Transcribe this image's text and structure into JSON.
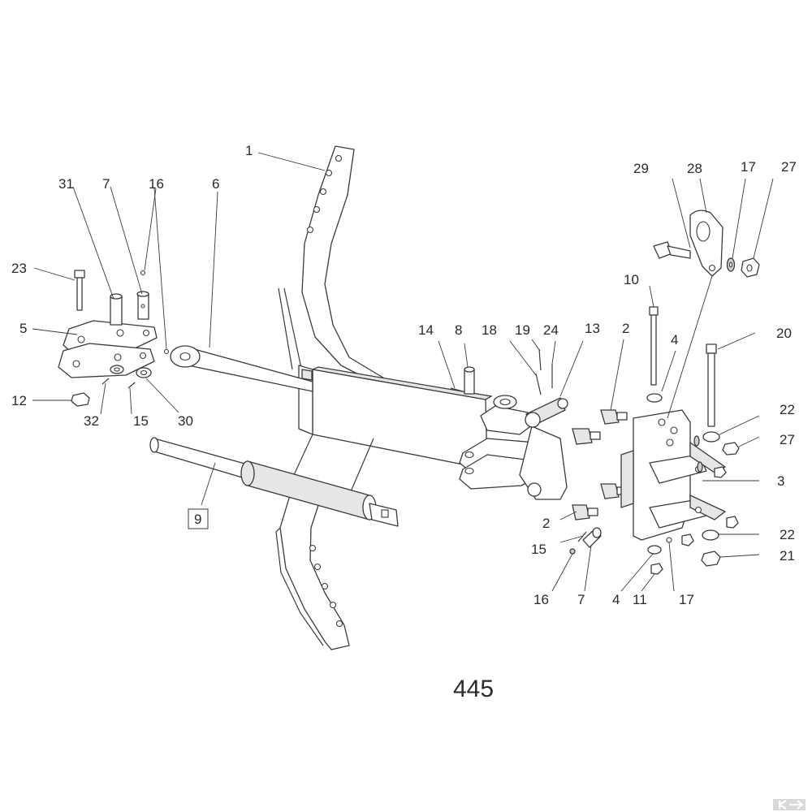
{
  "diagram_number": "445",
  "callouts": [
    {
      "id": "c1",
      "text": "1"
    },
    {
      "id": "c31",
      "text": "31"
    },
    {
      "id": "c7a",
      "text": "7"
    },
    {
      "id": "c16a",
      "text": "16"
    },
    {
      "id": "c6",
      "text": "6"
    },
    {
      "id": "c23",
      "text": "23"
    },
    {
      "id": "c5",
      "text": "5"
    },
    {
      "id": "c12",
      "text": "12"
    },
    {
      "id": "c32",
      "text": "32"
    },
    {
      "id": "c15a",
      "text": "15"
    },
    {
      "id": "c30",
      "text": "30"
    },
    {
      "id": "c9",
      "text": "9",
      "boxed": true
    },
    {
      "id": "c14",
      "text": "14"
    },
    {
      "id": "c8",
      "text": "8"
    },
    {
      "id": "c18",
      "text": "18"
    },
    {
      "id": "c19",
      "text": "19"
    },
    {
      "id": "c24",
      "text": "24"
    },
    {
      "id": "c13",
      "text": "13"
    },
    {
      "id": "c2a",
      "text": "2"
    },
    {
      "id": "c29",
      "text": "29"
    },
    {
      "id": "c28",
      "text": "28"
    },
    {
      "id": "c17a",
      "text": "17"
    },
    {
      "id": "c27a",
      "text": "27"
    },
    {
      "id": "c10",
      "text": "10"
    },
    {
      "id": "c4a",
      "text": "4"
    },
    {
      "id": "c20",
      "text": "20"
    },
    {
      "id": "c22a",
      "text": "22"
    },
    {
      "id": "c27b",
      "text": "27"
    },
    {
      "id": "c3",
      "text": "3"
    },
    {
      "id": "c2b",
      "text": "2"
    },
    {
      "id": "c22b",
      "text": "22"
    },
    {
      "id": "c15b",
      "text": "15"
    },
    {
      "id": "c21",
      "text": "21"
    },
    {
      "id": "c16b",
      "text": "16"
    },
    {
      "id": "c7b",
      "text": "7"
    },
    {
      "id": "c4b",
      "text": "4"
    },
    {
      "id": "c11",
      "text": "11"
    },
    {
      "id": "c17b",
      "text": "17"
    }
  ]
}
